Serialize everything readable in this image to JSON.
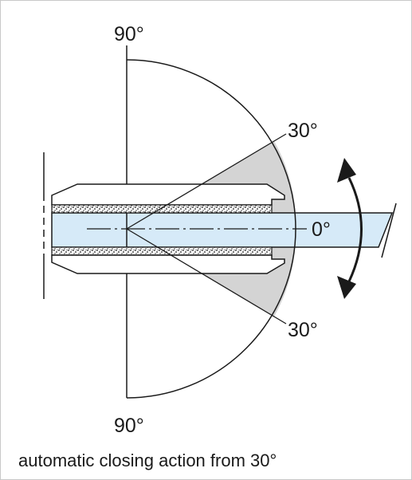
{
  "labels": {
    "top": "90°",
    "bottom": "90°",
    "upper_limit": "30°",
    "lower_limit": "30°",
    "zero": "0°"
  },
  "caption": "automatic closing action from 30°",
  "colors": {
    "glass": "#d6eaf8",
    "sector": "#d4d4d4",
    "line": "#1a1a1a"
  }
}
